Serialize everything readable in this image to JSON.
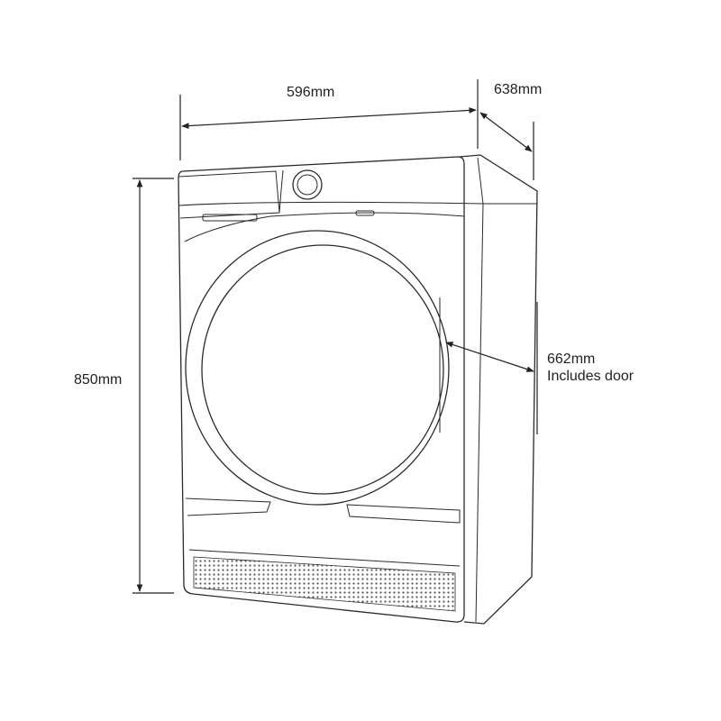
{
  "dimensions": {
    "width": "596mm",
    "depth": "638mm",
    "height": "850mm",
    "depth_door": "662mm",
    "depth_door_note": "Includes door"
  }
}
